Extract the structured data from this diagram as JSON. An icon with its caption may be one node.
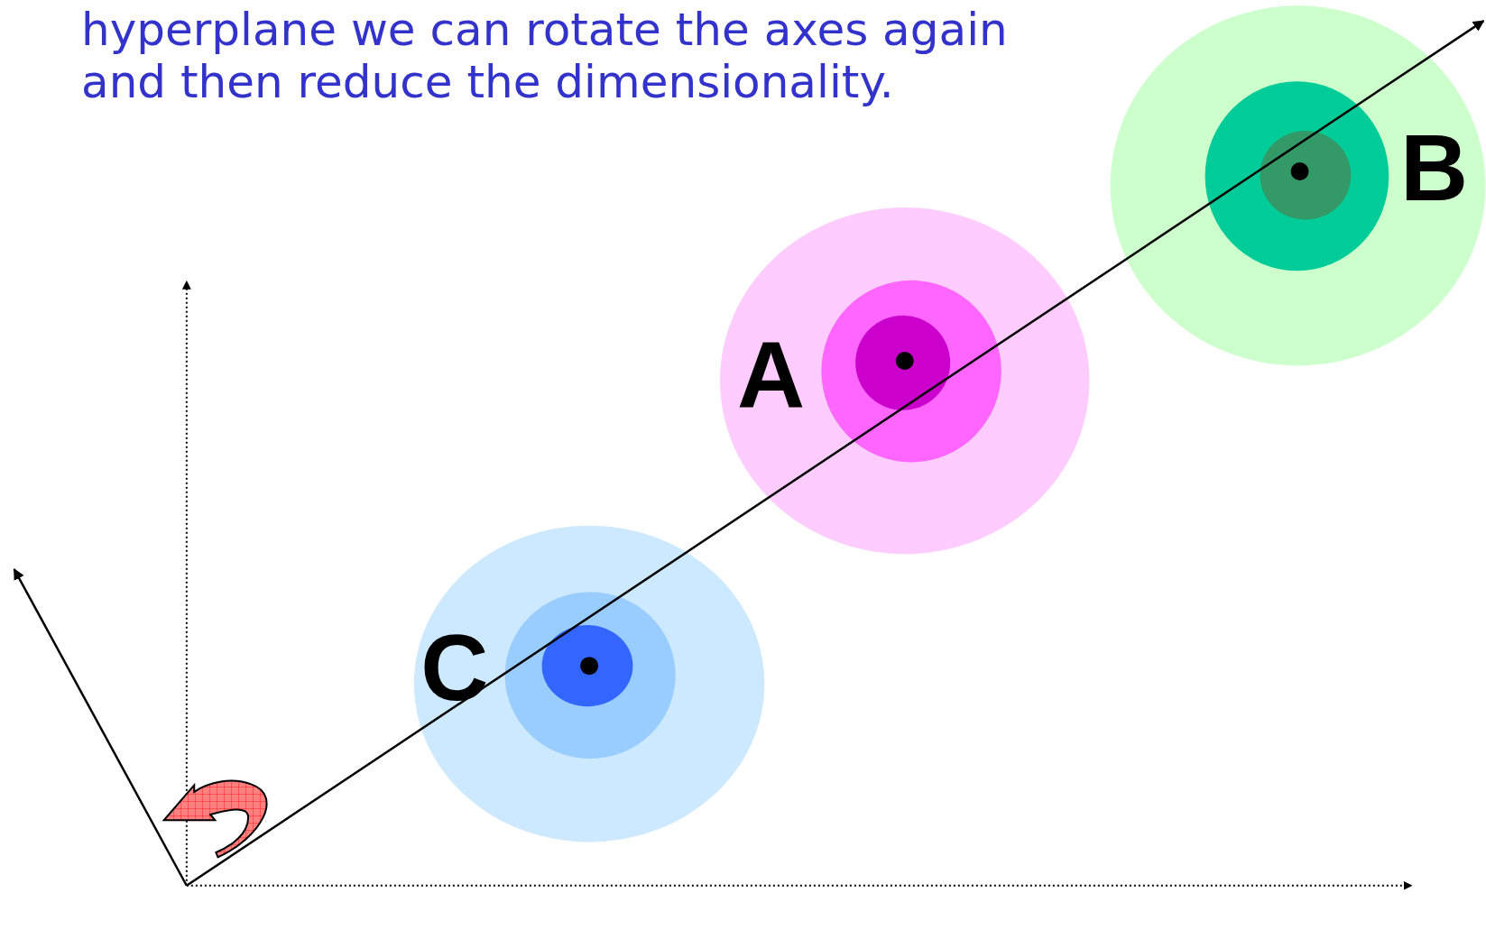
{
  "diagram": {
    "title": "hyperplane we can rotate the axes again and then reduce the dimensionality.",
    "labels": [
      "B",
      "A",
      "C"
    ]
  }
}
